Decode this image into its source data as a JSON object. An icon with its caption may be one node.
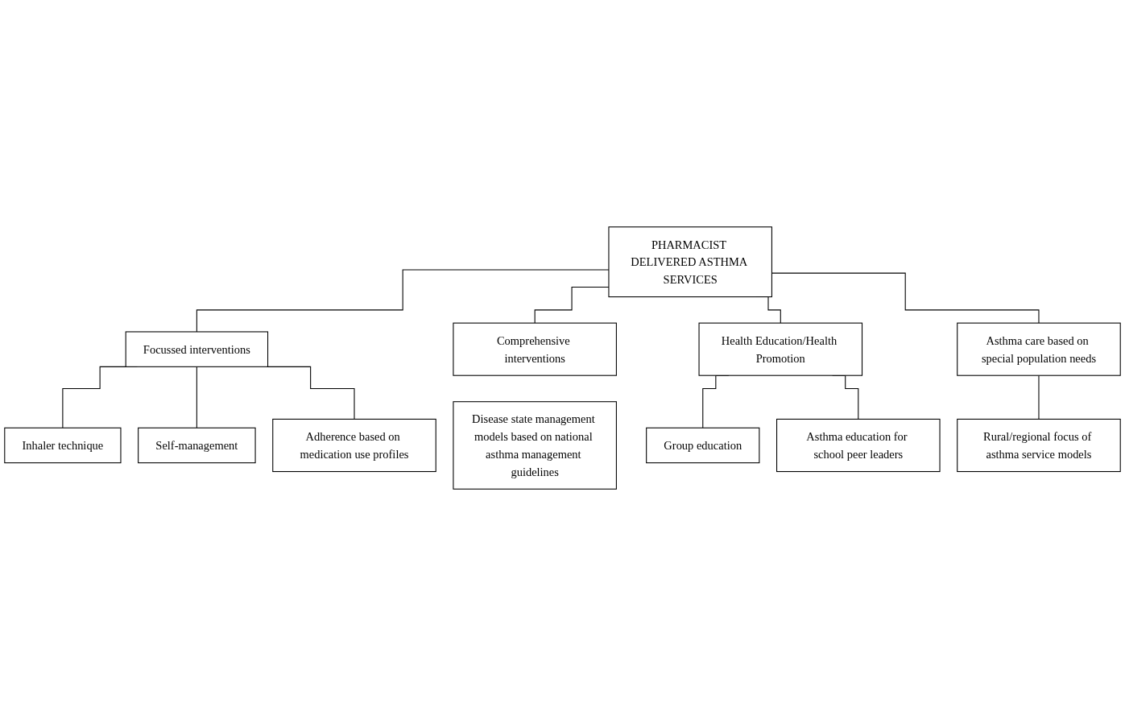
{
  "diagram": {
    "nodes": [
      {
        "text": [
          "PHARMACIST DELIVERED ASTHMA SERVICES"
        ]
      },
      {
        "text": [
          "Focussed interventions"
        ]
      },
      {
        "text": [
          "Comprehensive interventions"
        ]
      },
      {
        "text": [
          "Health Education/Health Promotion"
        ]
      },
      {
        "text": [
          "Asthma care based on special population needs"
        ]
      },
      {
        "text": [
          "Inhaler technique"
        ]
      },
      {
        "text": [
          "Self-management"
        ]
      },
      {
        "text": [
          "Adherence based on medication use profiles"
        ]
      },
      {
        "text": [
          "Disease state management models based on national asthma management guidelines"
        ]
      },
      {
        "text": [
          "Group education"
        ]
      },
      {
        "text": [
          "Asthma education for school peer leaders"
        ]
      },
      {
        "text": [
          "Rural/regional focus of asthma service models"
        ]
      }
    ],
    "edges": [
      {
        "from": 0,
        "to": 1,
        "arrow": "none"
      },
      {
        "from": 0,
        "to": 2,
        "arrow": "none"
      },
      {
        "from": 0,
        "to": 3,
        "arrow": "none"
      },
      {
        "from": 0,
        "to": 4,
        "arrow": "none"
      },
      {
        "from": 1,
        "to": 5,
        "arrow": "none"
      },
      {
        "from": 1,
        "to": 6,
        "arrow": "none"
      },
      {
        "from": 1,
        "to": 7,
        "arrow": "none"
      },
      {
        "from": 3,
        "to": 9,
        "arrow": "none"
      },
      {
        "from": 3,
        "to": 10,
        "arrow": "none"
      },
      {
        "from": 4,
        "to": 11,
        "arrow": "none"
      }
    ]
  }
}
